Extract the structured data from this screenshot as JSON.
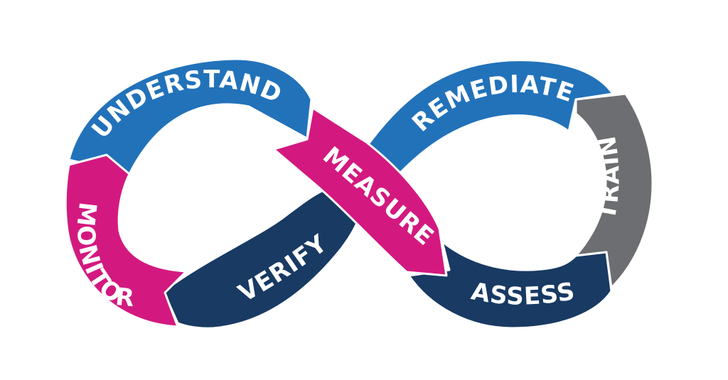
{
  "diagram": {
    "segments": {
      "understand": {
        "label": "UNDERSTAND",
        "color": "#2272BA"
      },
      "remediate": {
        "label": "REMEDIATE",
        "color": "#2272BA"
      },
      "train": {
        "label": "TRAIN",
        "color": "#6D6E71"
      },
      "assess": {
        "label": "ASSESS",
        "color": "#183A63"
      },
      "measure": {
        "label": "MEASURE",
        "color": "#D3197F"
      },
      "verify": {
        "label": "VERIFY",
        "color": "#183A63"
      },
      "monitor": {
        "label": "MONITOR",
        "color": "#D3197F"
      }
    }
  }
}
